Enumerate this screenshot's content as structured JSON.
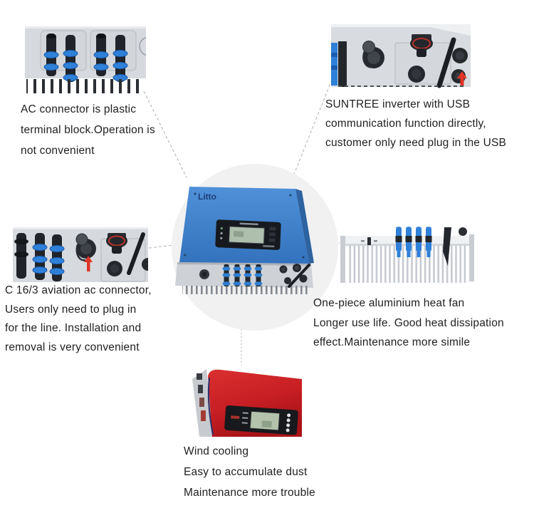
{
  "product": {
    "brand": "Litto"
  },
  "callouts": {
    "top_left": {
      "lines": [
        "AC connector is plastic",
        "terminal block.Operation is",
        "not convenient"
      ]
    },
    "top_right": {
      "lines": [
        "SUNTREE inverter with USB",
        "communication function directly,",
        "customer only need plug in the USB"
      ]
    },
    "middle_left": {
      "lines": [
        "C 16/3 aviation ac connector,",
        "Users only need to plug in",
        "for the line. Installation and",
        "removal is very convenient"
      ]
    },
    "middle_right": {
      "lines": [
        "One-piece aluminium heat fan",
        "Longer use life. Good heat dissipation",
        "effect.Maintenance more simile"
      ]
    },
    "bottom": {
      "lines": [
        "Wind cooling",
        "Easy to accumulate dust",
        "Maintenance more trouble"
      ]
    }
  },
  "colors": {
    "background": "#ffffff",
    "text": "#1f1f1f",
    "circle_gray": "#f1f1f2",
    "leader_line_gray": "#b8bcbe",
    "inverter_blue": "#3f87cf",
    "inverter_blue_dark": "#2d6cab",
    "brand_navy": "#1c3e78",
    "connector_blue": "#2f80d8",
    "panel_gray": "#d6d9dd",
    "competitor_red": "#c8232a",
    "arrow_red": "#e03428",
    "lcd_green": "#aebfae"
  }
}
